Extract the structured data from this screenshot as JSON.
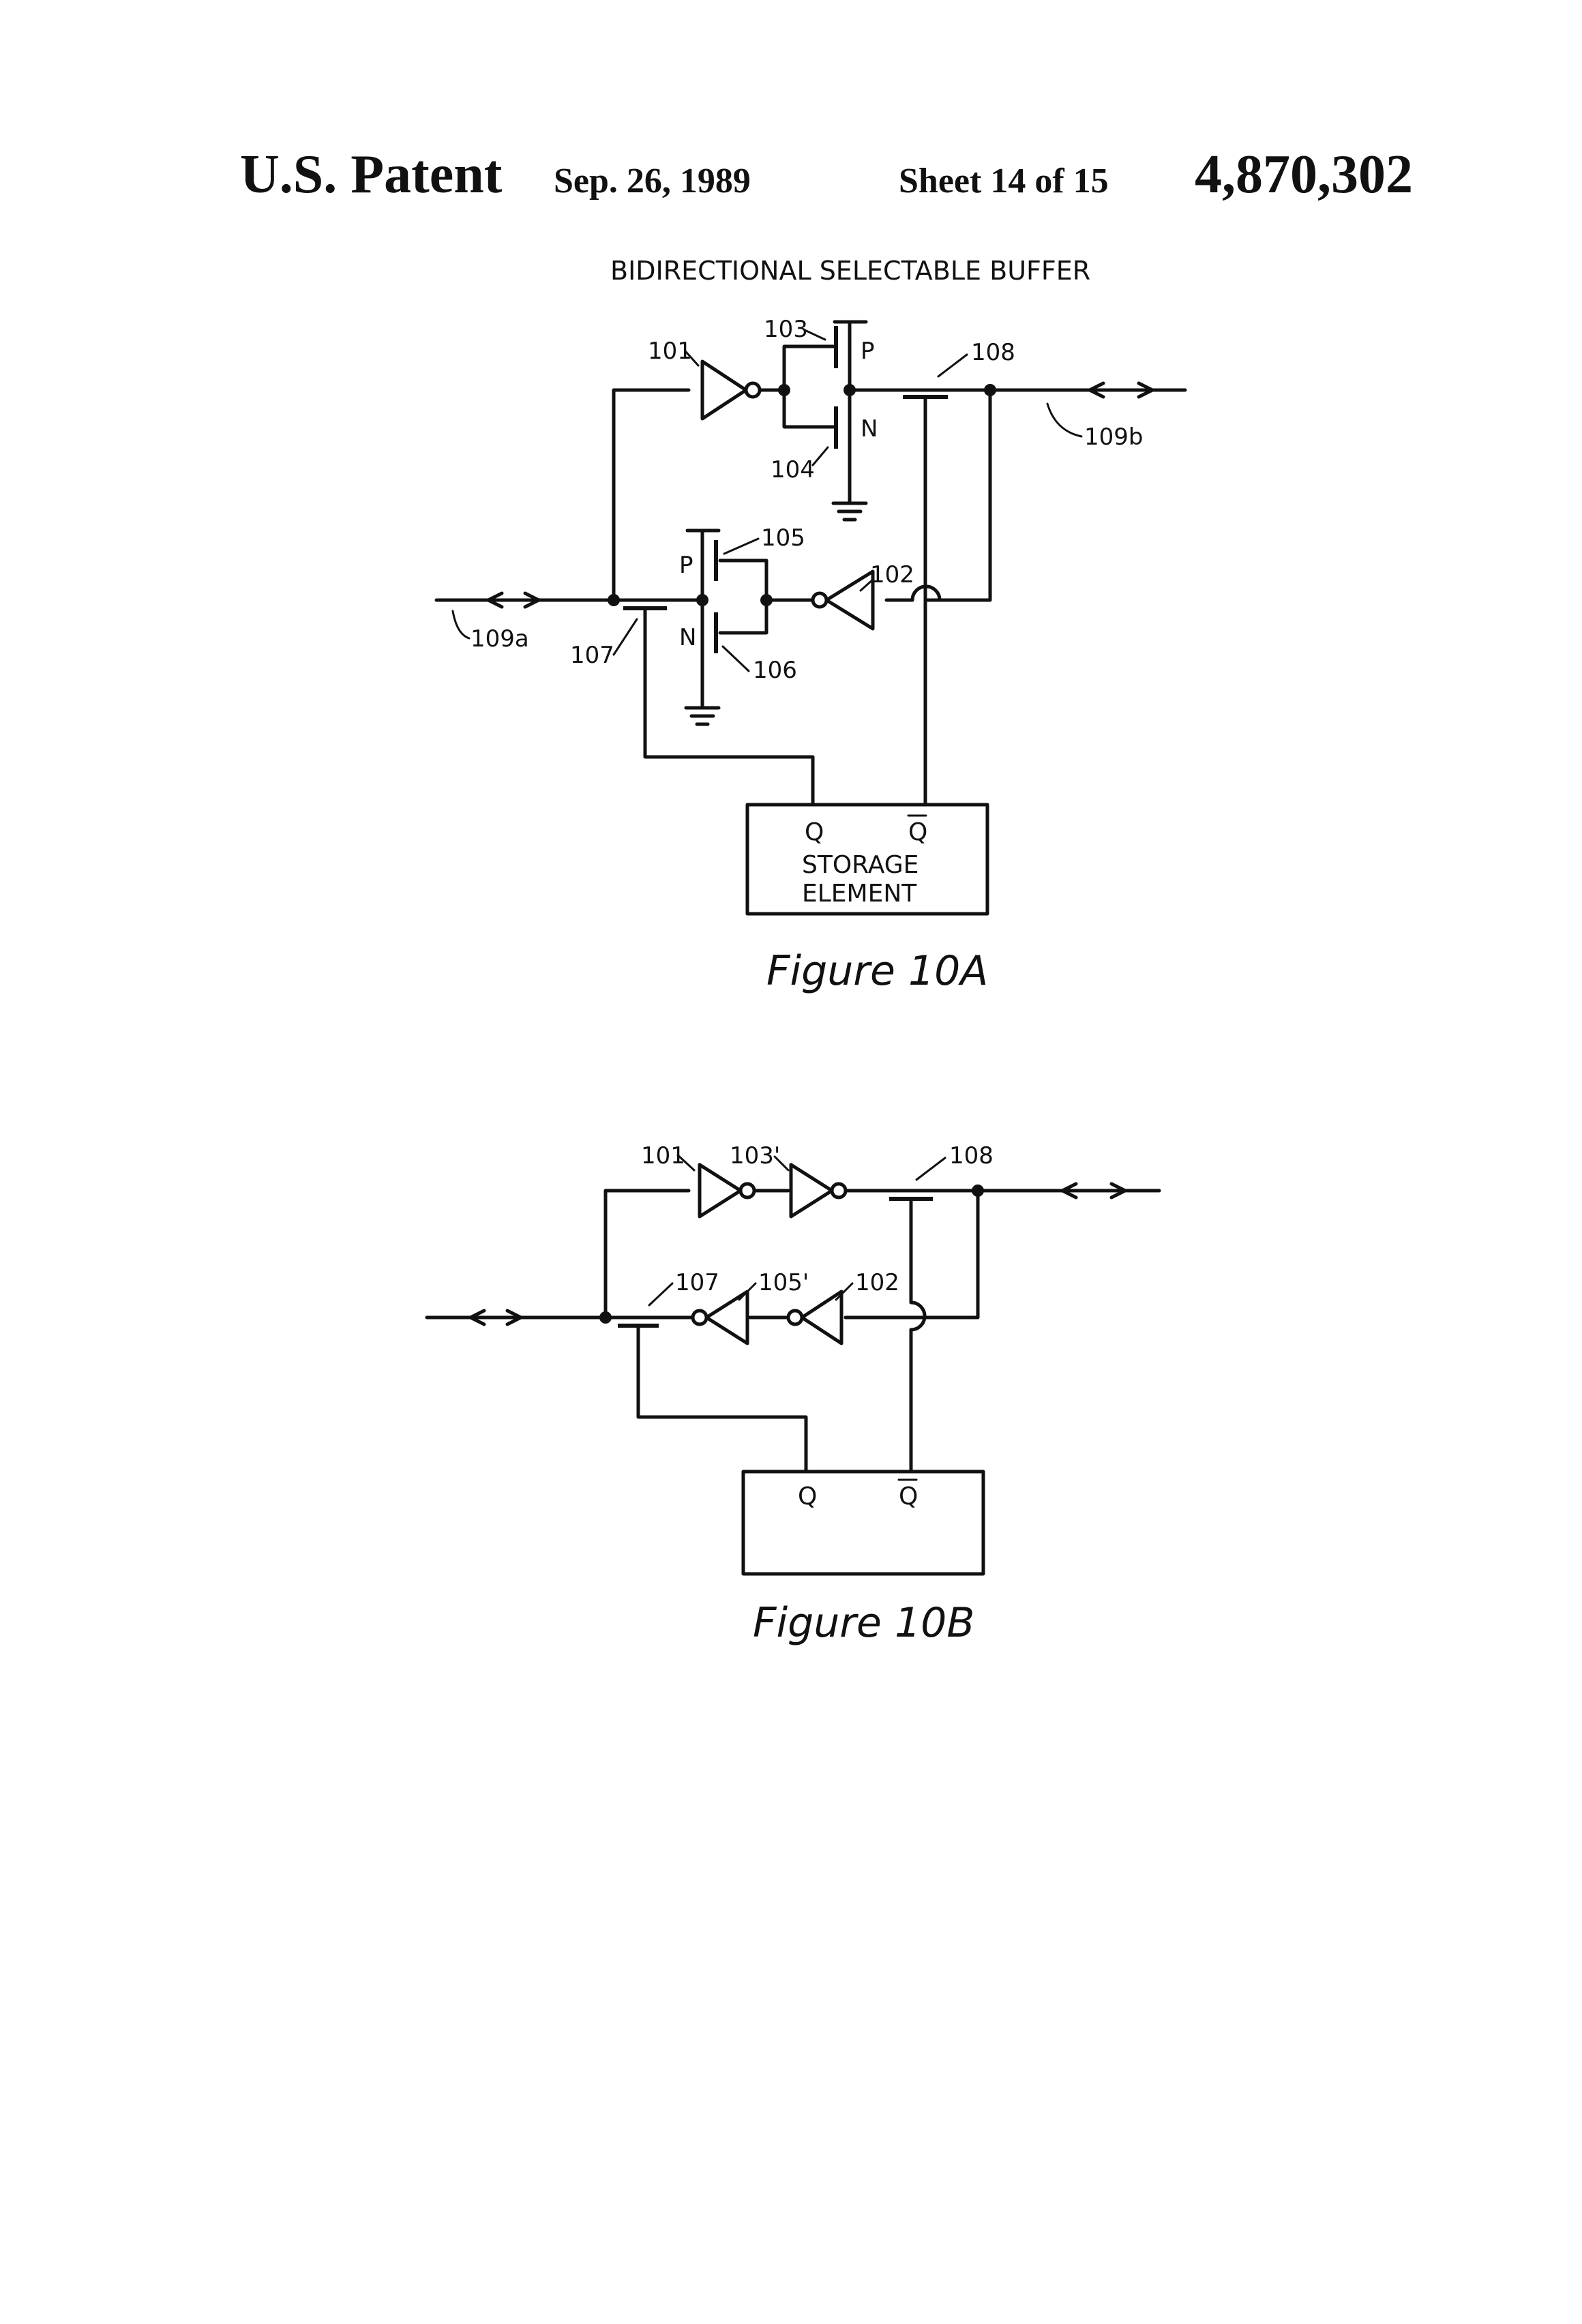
{
  "header": {
    "left": "U.S. Patent",
    "date": "Sep. 26, 1989",
    "sheet": "Sheet 14 of 15",
    "number": "4,870,302"
  },
  "figure_a": {
    "title": "BIDIRECTIONAL SELECTABLE BUFFER",
    "caption": "Figure 10A",
    "labels": {
      "l101": "101",
      "l102": "102",
      "l103": "103",
      "l104": "104",
      "l105": "105",
      "l106": "106",
      "l107": "107",
      "l108": "108",
      "l109a": "109a",
      "l109b": "109b",
      "p_top": "P",
      "n_top": "N",
      "p_bot": "P",
      "n_bot": "N"
    },
    "storage": {
      "q": "Q",
      "qbar": "Q",
      "line1": "STORAGE",
      "line2": "ELEMENT"
    }
  },
  "figure_b": {
    "caption": "Figure 10B",
    "labels": {
      "l101": "101",
      "l103p": "103'",
      "l108": "108",
      "l107": "107",
      "l105p": "105'",
      "l102": "102"
    },
    "storage": {
      "q": "Q",
      "qbar": "Q"
    }
  }
}
